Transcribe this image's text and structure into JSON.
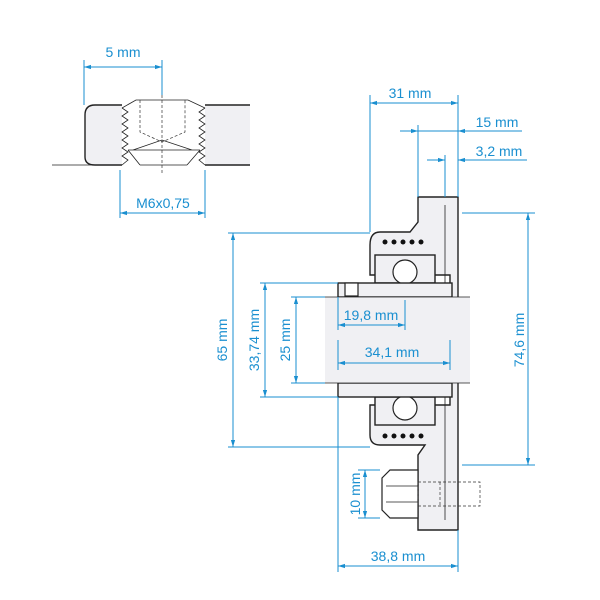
{
  "colors": {
    "dimension": "#1a8fd0",
    "outline": "#222222",
    "fill": "#f0f0f3"
  },
  "detail": {
    "set_screw_offset": "5 mm",
    "thread": "M6x0,75"
  },
  "main": {
    "overall_depth": "31 mm",
    "flange_thickness": "15 mm",
    "flange_step": "3,2 mm",
    "flange_height": "74,6 mm",
    "housing_diameter": "65 mm",
    "inner_ring_diameter": "33,74 mm",
    "bore_diameter": "25 mm",
    "inner_ring_offset": "19,8 mm",
    "inner_ring_width": "34,1 mm",
    "bolt_diameter": "10 mm",
    "total_width": "38,8 mm"
  }
}
